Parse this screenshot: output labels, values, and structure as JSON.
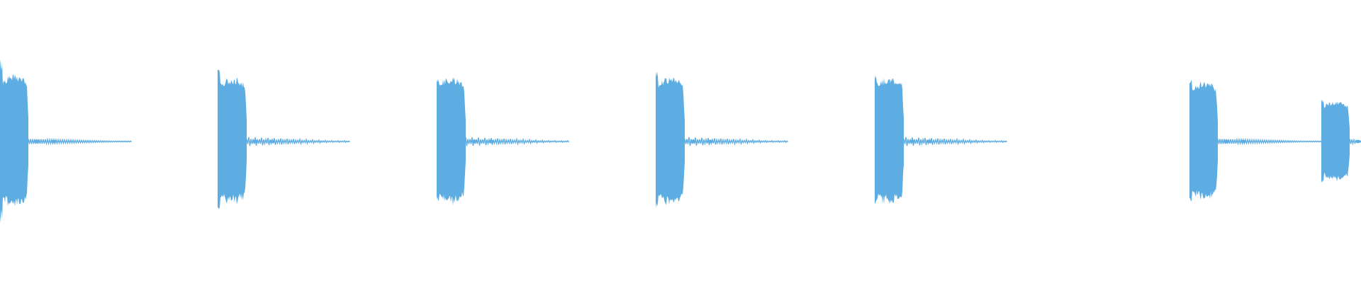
{
  "waveform": {
    "color": "#5dade2",
    "background": "#ffffff",
    "duration_units": 1920,
    "bursts": [
      {
        "start": 0,
        "end": 40,
        "peak": 0.6,
        "body": 0.45,
        "tail_end": 185
      },
      {
        "start": 307,
        "end": 348,
        "peak": 0.53,
        "body": 0.43,
        "tail_end": 493
      },
      {
        "start": 616,
        "end": 657,
        "peak": 0.46,
        "body": 0.43,
        "tail_end": 802
      },
      {
        "start": 925,
        "end": 966,
        "peak": 0.53,
        "body": 0.43,
        "tail_end": 1111
      },
      {
        "start": 1234,
        "end": 1275,
        "peak": 0.48,
        "body": 0.43,
        "tail_end": 1420
      },
      {
        "start": 1678,
        "end": 1718,
        "peak": 0.45,
        "body": 0.4,
        "tail_end": 1865
      },
      {
        "start": 1864,
        "end": 1904,
        "peak": 0.3,
        "body": 0.27,
        "tail_end": 1920
      }
    ]
  }
}
